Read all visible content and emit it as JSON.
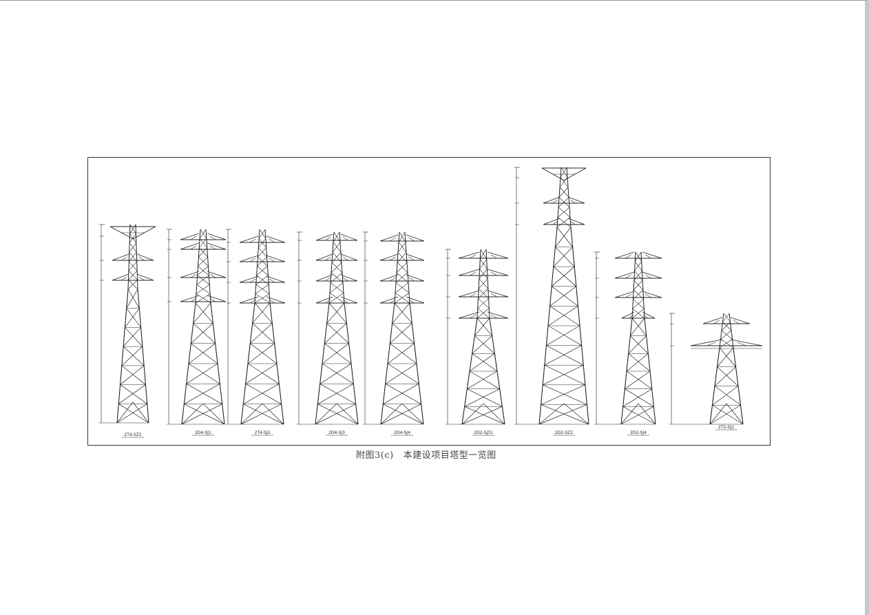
{
  "figure": {
    "caption_number": "附图3(c)",
    "caption_text": "本建设项目塔型一览图"
  },
  "colors": {
    "line": "#222222",
    "frame": "#333333",
    "page_edge": "#c8c8c8"
  },
  "towers": [
    {
      "label": "2T4-SZ1"
    },
    {
      "label": "2D4-SJ1"
    },
    {
      "label": "2T4-SJ2"
    },
    {
      "label": "2D4-SJ3"
    },
    {
      "label": "2D4-SJ4"
    },
    {
      "label": "2D2-SJ31"
    },
    {
      "label": "2D2-SZ2"
    },
    {
      "label": "2D2-SJ4"
    },
    {
      "label": "2T2-DJ1"
    }
  ]
}
